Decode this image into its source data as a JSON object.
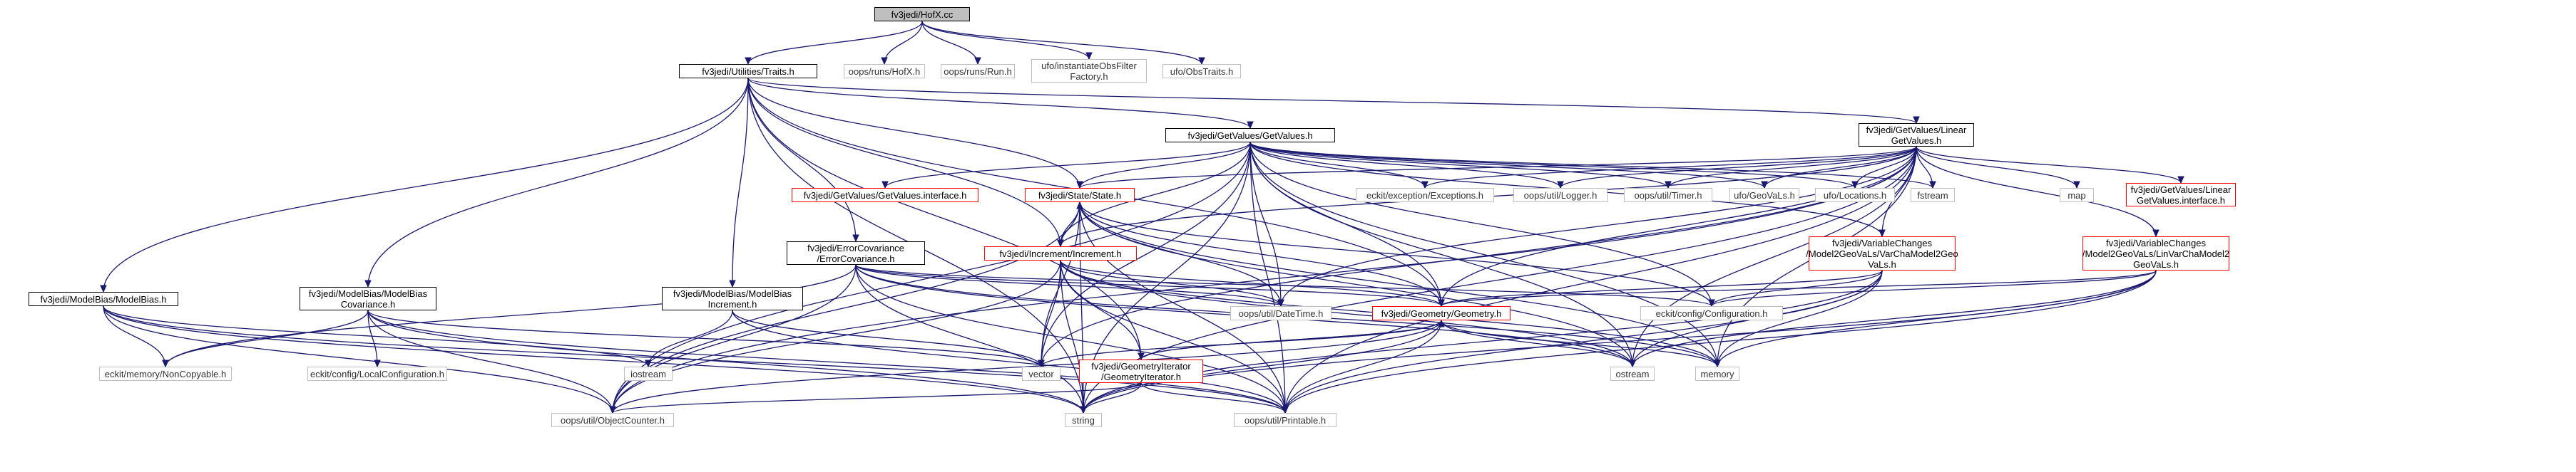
{
  "diagram": {
    "title": "",
    "nodes": [
      {
        "id": "root",
        "kind": "root",
        "lines": [
          "fv3jedi/HofX.cc"
        ]
      },
      {
        "id": "traits",
        "kind": "link",
        "lines": [
          "fv3jedi/Utilities/Traits.h"
        ]
      },
      {
        "id": "hofx",
        "kind": "bare",
        "lines": [
          "oops/runs/HofX.h"
        ]
      },
      {
        "id": "run",
        "kind": "bare",
        "lines": [
          "oops/runs/Run.h"
        ]
      },
      {
        "id": "instobs",
        "kind": "bare",
        "lines": [
          "ufo/instantiateObsFilter",
          "Factory.h"
        ]
      },
      {
        "id": "obstraits",
        "kind": "bare",
        "lines": [
          "ufo/ObsTraits.h"
        ]
      },
      {
        "id": "getvalues",
        "kind": "link",
        "lines": [
          "fv3jedi/GetValues/GetValues.h"
        ]
      },
      {
        "id": "lingetvalues",
        "kind": "link",
        "lines": [
          "fv3jedi/GetValues/Linear",
          "GetValues.h"
        ]
      },
      {
        "id": "gvinterface",
        "kind": "red",
        "lines": [
          "fv3jedi/GetValues/GetValues.interface.h"
        ]
      },
      {
        "id": "state",
        "kind": "red",
        "lines": [
          "fv3jedi/State/State.h"
        ]
      },
      {
        "id": "exceptions",
        "kind": "bare",
        "lines": [
          "eckit/exception/Exceptions.h"
        ]
      },
      {
        "id": "logger",
        "kind": "bare",
        "lines": [
          "oops/util/Logger.h"
        ]
      },
      {
        "id": "timer",
        "kind": "bare",
        "lines": [
          "oops/util/Timer.h"
        ]
      },
      {
        "id": "geovals",
        "kind": "bare",
        "lines": [
          "ufo/GeoVaLs.h"
        ]
      },
      {
        "id": "locations",
        "kind": "bare",
        "lines": [
          "ufo/Locations.h"
        ]
      },
      {
        "id": "fstream",
        "kind": "bare",
        "lines": [
          "fstream"
        ]
      },
      {
        "id": "map",
        "kind": "bare",
        "lines": [
          "map"
        ]
      },
      {
        "id": "lgvinterface",
        "kind": "red",
        "lines": [
          "fv3jedi/GetValues/Linear",
          "GetValues.interface.h"
        ]
      },
      {
        "id": "errcov",
        "kind": "link",
        "lines": [
          "fv3jedi/ErrorCovariance",
          "/ErrorCovariance.h"
        ]
      },
      {
        "id": "increment",
        "kind": "red",
        "lines": [
          "fv3jedi/Increment/Increment.h"
        ]
      },
      {
        "id": "varcha",
        "kind": "red",
        "lines": [
          "fv3jedi/VariableChanges",
          "/Model2GeoVaLs/VarChaModel2Geo",
          "VaLs.h"
        ]
      },
      {
        "id": "linvarcha",
        "kind": "red",
        "lines": [
          "fv3jedi/VariableChanges",
          "/Model2GeoVaLs/LinVarChaModel2",
          "GeoVaLs.h"
        ]
      },
      {
        "id": "modelbias",
        "kind": "link",
        "lines": [
          "fv3jedi/ModelBias/ModelBias.h"
        ]
      },
      {
        "id": "mbcov",
        "kind": "link",
        "lines": [
          "fv3jedi/ModelBias/ModelBias",
          "Covariance.h"
        ]
      },
      {
        "id": "mbinc",
        "kind": "link",
        "lines": [
          "fv3jedi/ModelBias/ModelBias",
          "Increment.h"
        ]
      },
      {
        "id": "datetime",
        "kind": "bare",
        "lines": [
          "oops/util/DateTime.h"
        ]
      },
      {
        "id": "geometry",
        "kind": "red",
        "lines": [
          "fv3jedi/Geometry/Geometry.h"
        ]
      },
      {
        "id": "configuration",
        "kind": "bare",
        "lines": [
          "eckit/config/Configuration.h"
        ]
      },
      {
        "id": "noncopyable",
        "kind": "bare",
        "lines": [
          "eckit/memory/NonCopyable.h"
        ]
      },
      {
        "id": "localconfig",
        "kind": "bare",
        "lines": [
          "eckit/config/LocalConfiguration.h"
        ]
      },
      {
        "id": "iostream",
        "kind": "bare",
        "lines": [
          "iostream"
        ]
      },
      {
        "id": "vector",
        "kind": "bare",
        "lines": [
          "vector"
        ]
      },
      {
        "id": "ostream",
        "kind": "bare",
        "lines": [
          "ostream"
        ]
      },
      {
        "id": "memory",
        "kind": "bare",
        "lines": [
          "memory"
        ]
      },
      {
        "id": "geoiter",
        "kind": "red",
        "lines": [
          "fv3jedi/GeometryIterator",
          "/GeometryIterator.h"
        ]
      },
      {
        "id": "objectcounter",
        "kind": "bare",
        "lines": [
          "oops/util/ObjectCounter.h"
        ]
      },
      {
        "id": "string",
        "kind": "bare",
        "lines": [
          "string"
        ]
      },
      {
        "id": "printable",
        "kind": "bare",
        "lines": [
          "oops/util/Printable.h"
        ]
      }
    ],
    "edges": [
      [
        "root",
        "traits"
      ],
      [
        "root",
        "hofx"
      ],
      [
        "root",
        "run"
      ],
      [
        "root",
        "instobs"
      ],
      [
        "root",
        "obstraits"
      ],
      [
        "traits",
        "getvalues"
      ],
      [
        "traits",
        "lingetvalues"
      ],
      [
        "traits",
        "state"
      ],
      [
        "traits",
        "errcov"
      ],
      [
        "traits",
        "increment"
      ],
      [
        "traits",
        "geometry"
      ],
      [
        "traits",
        "modelbias"
      ],
      [
        "traits",
        "mbcov"
      ],
      [
        "traits",
        "mbinc"
      ],
      [
        "traits",
        "geoiter"
      ],
      [
        "traits",
        "string"
      ],
      [
        "getvalues",
        "gvinterface"
      ],
      [
        "getvalues",
        "state"
      ],
      [
        "getvalues",
        "exceptions"
      ],
      [
        "getvalues",
        "logger"
      ],
      [
        "getvalues",
        "timer"
      ],
      [
        "getvalues",
        "geovals"
      ],
      [
        "getvalues",
        "locations"
      ],
      [
        "getvalues",
        "fstream"
      ],
      [
        "getvalues",
        "varcha"
      ],
      [
        "getvalues",
        "increment"
      ],
      [
        "getvalues",
        "geometry"
      ],
      [
        "getvalues",
        "datetime"
      ],
      [
        "getvalues",
        "vector"
      ],
      [
        "getvalues",
        "ostream"
      ],
      [
        "getvalues",
        "memory"
      ],
      [
        "getvalues",
        "string"
      ],
      [
        "getvalues",
        "objectcounter"
      ],
      [
        "getvalues",
        "printable"
      ],
      [
        "getvalues",
        "configuration"
      ],
      [
        "lingetvalues",
        "map"
      ],
      [
        "lingetvalues",
        "lgvinterface"
      ],
      [
        "lingetvalues",
        "linvarcha"
      ],
      [
        "lingetvalues",
        "state"
      ],
      [
        "lingetvalues",
        "increment"
      ],
      [
        "lingetvalues",
        "geometry"
      ],
      [
        "lingetvalues",
        "exceptions"
      ],
      [
        "lingetvalues",
        "logger"
      ],
      [
        "lingetvalues",
        "timer"
      ],
      [
        "lingetvalues",
        "geovals"
      ],
      [
        "lingetvalues",
        "locations"
      ],
      [
        "lingetvalues",
        "fstream"
      ],
      [
        "lingetvalues",
        "varcha"
      ],
      [
        "lingetvalues",
        "vector"
      ],
      [
        "lingetvalues",
        "ostream"
      ],
      [
        "lingetvalues",
        "memory"
      ],
      [
        "lingetvalues",
        "string"
      ],
      [
        "lingetvalues",
        "printable"
      ],
      [
        "lingetvalues",
        "objectcounter"
      ],
      [
        "lingetvalues",
        "datetime"
      ],
      [
        "state",
        "increment"
      ],
      [
        "state",
        "geometry"
      ],
      [
        "state",
        "datetime"
      ],
      [
        "state",
        "configuration"
      ],
      [
        "state",
        "vector"
      ],
      [
        "state",
        "ostream"
      ],
      [
        "state",
        "memory"
      ],
      [
        "state",
        "string"
      ],
      [
        "state",
        "objectcounter"
      ],
      [
        "state",
        "printable"
      ],
      [
        "increment",
        "state"
      ],
      [
        "increment",
        "geometry"
      ],
      [
        "increment",
        "geoiter"
      ],
      [
        "increment",
        "datetime"
      ],
      [
        "increment",
        "vector"
      ],
      [
        "increment",
        "ostream"
      ],
      [
        "increment",
        "memory"
      ],
      [
        "increment",
        "string"
      ],
      [
        "increment",
        "objectcounter"
      ],
      [
        "increment",
        "printable"
      ],
      [
        "errcov",
        "geometry"
      ],
      [
        "errcov",
        "noncopyable"
      ],
      [
        "errcov",
        "datetime"
      ],
      [
        "errcov",
        "configuration"
      ],
      [
        "errcov",
        "ostream"
      ],
      [
        "errcov",
        "memory"
      ],
      [
        "errcov",
        "string"
      ],
      [
        "errcov",
        "objectcounter"
      ],
      [
        "errcov",
        "printable"
      ],
      [
        "varcha",
        "geometry"
      ],
      [
        "varcha",
        "configuration"
      ],
      [
        "varcha",
        "ostream"
      ],
      [
        "varcha",
        "memory"
      ],
      [
        "varcha",
        "string"
      ],
      [
        "varcha",
        "printable"
      ],
      [
        "linvarcha",
        "geometry"
      ],
      [
        "linvarcha",
        "configuration"
      ],
      [
        "linvarcha",
        "ostream"
      ],
      [
        "linvarcha",
        "memory"
      ],
      [
        "linvarcha",
        "string"
      ],
      [
        "linvarcha",
        "printable"
      ],
      [
        "modelbias",
        "noncopyable"
      ],
      [
        "modelbias",
        "iostream"
      ],
      [
        "modelbias",
        "string"
      ],
      [
        "modelbias",
        "objectcounter"
      ],
      [
        "modelbias",
        "printable"
      ],
      [
        "mbcov",
        "noncopyable"
      ],
      [
        "mbcov",
        "localconfig"
      ],
      [
        "mbcov",
        "vector"
      ],
      [
        "mbcov",
        "string"
      ],
      [
        "mbcov",
        "objectcounter"
      ],
      [
        "mbcov",
        "printable"
      ],
      [
        "mbinc",
        "iostream"
      ],
      [
        "mbinc",
        "vector"
      ],
      [
        "mbinc",
        "printable"
      ],
      [
        "geometry",
        "vector"
      ],
      [
        "geometry",
        "ostream"
      ],
      [
        "geometry",
        "memory"
      ],
      [
        "geometry",
        "string"
      ],
      [
        "geometry",
        "objectcounter"
      ],
      [
        "geometry",
        "printable"
      ],
      [
        "geometry",
        "geoiter"
      ],
      [
        "geoiter",
        "geometry"
      ],
      [
        "geoiter",
        "string"
      ],
      [
        "geoiter",
        "objectcounter"
      ],
      [
        "geoiter",
        "printable"
      ]
    ]
  }
}
